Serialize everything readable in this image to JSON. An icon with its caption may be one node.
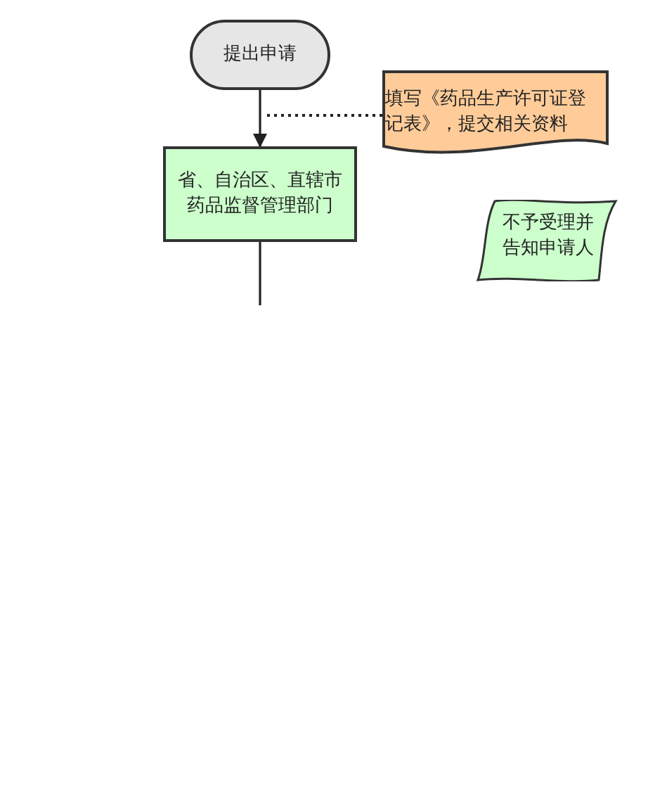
{
  "diagram": {
    "nodes": [
      {
        "text": [
          "提出申请"
        ]
      },
      {
        "text": [
          "省、自治区、直辖市药品监督管理部门"
        ]
      },
      {
        "text": [
          "填写《药品生产许可证登记表》，提交相关资料"
        ]
      },
      {
        "text": [
          "不予受理并告知申请人"
        ]
      }
    ],
    "edges": [
      {
        "from": 0,
        "to": 1,
        "arrow": "to"
      },
      {
        "from": 2,
        "to": null,
        "arrow": "none",
        "style": "dashed"
      },
      {
        "from": 1,
        "to": null,
        "arrow": "none"
      }
    ]
  }
}
